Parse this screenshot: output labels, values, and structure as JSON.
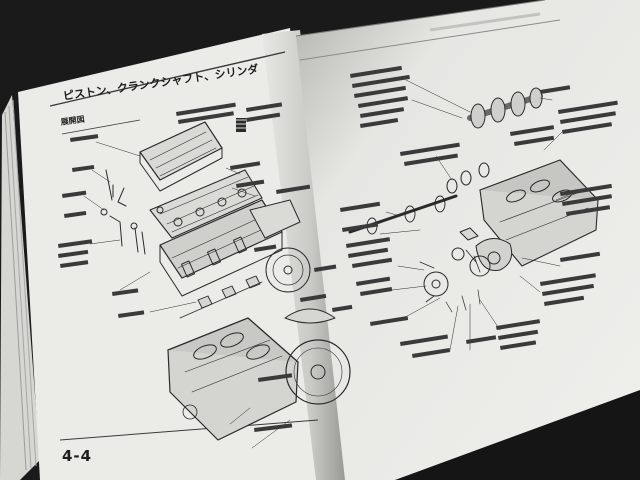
{
  "manual": {
    "page_number": "4-4",
    "section_title": "ピストン、クランクシャフト、シリンダ",
    "sub_heading": "展開図"
  },
  "photo": {
    "subject": "open-service-manual-exploded-engine-diagram",
    "colors": {
      "background": "#1a1a1a",
      "paper": "#e9e9e6",
      "paper_shadow": "#b9b9b4",
      "ink": "#2a2a2a"
    }
  }
}
